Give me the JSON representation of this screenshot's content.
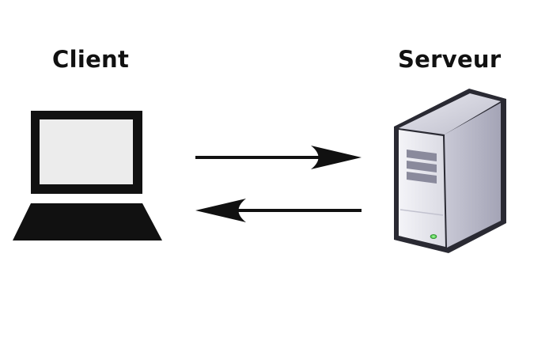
{
  "client": {
    "label": "Client",
    "icon": "laptop-icon"
  },
  "server": {
    "label": "Serveur",
    "icon": "server-tower-icon"
  },
  "arrows": [
    {
      "direction": "client-to-server",
      "icon": "arrow-right-icon"
    },
    {
      "direction": "server-to-client",
      "icon": "arrow-left-icon"
    }
  ],
  "colors": {
    "background": "#ffffff",
    "ink": "#111111",
    "screen": "#ececec",
    "server_body": "#dcdce6",
    "server_led": "#3cc83c"
  }
}
